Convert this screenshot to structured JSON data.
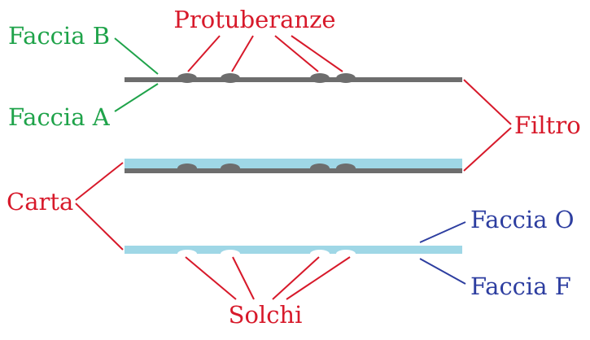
{
  "labels": {
    "protuberanze": "Protuberanze",
    "faccia_b": "Faccia B",
    "faccia_a": "Faccia A",
    "filtro": "Filtro",
    "carta": "Carta",
    "faccia_o": "Faccia O",
    "faccia_f": "Faccia F",
    "solchi": "Solchi"
  },
  "colors": {
    "red": "#d7192a",
    "green": "#1fa34a",
    "blue": "#2d3ea0",
    "filter_gray": "#6d6d6d",
    "paper_blue": "#9fd7e6"
  }
}
